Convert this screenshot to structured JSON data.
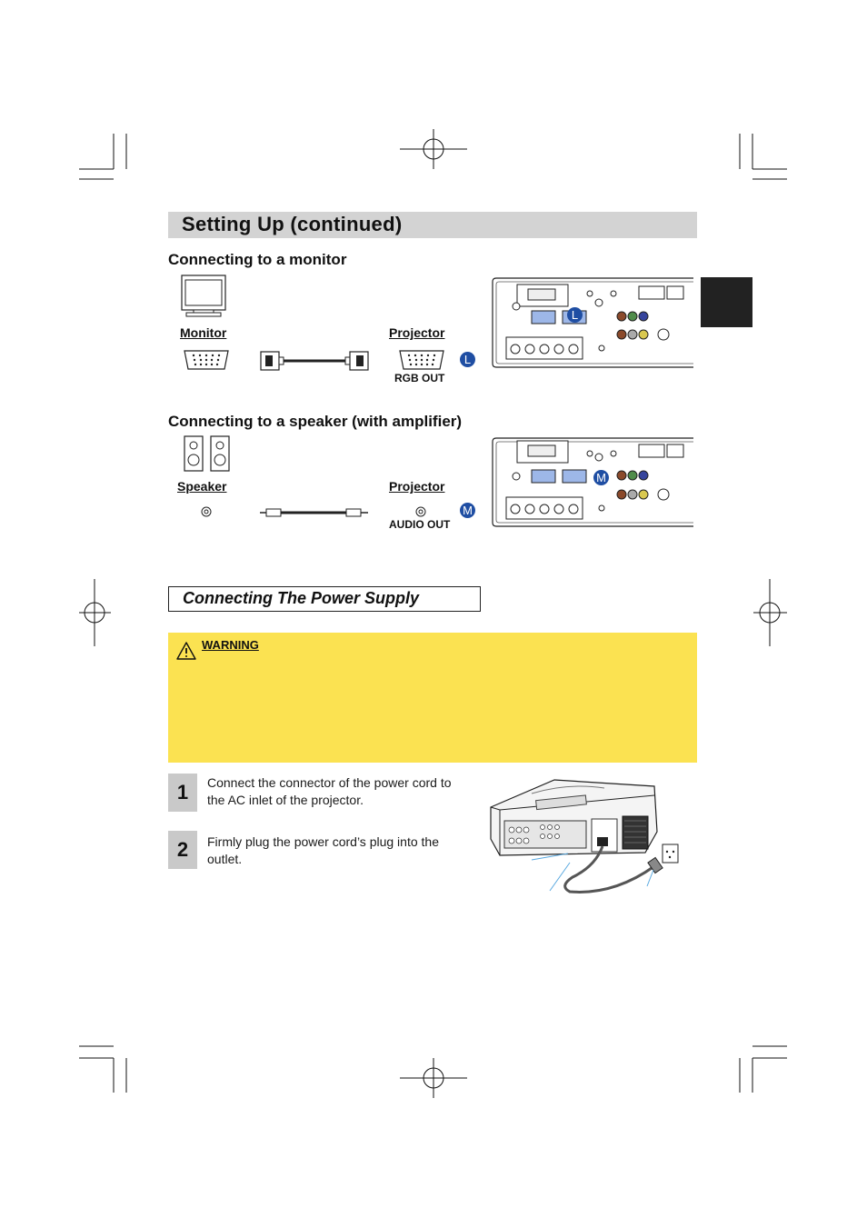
{
  "title": "Setting Up (continued)",
  "monitor_section": {
    "heading": "Connecting to a monitor",
    "device_label": "Monitor",
    "projector_label": "Projector",
    "port_label": "RGB OUT",
    "marker": "L"
  },
  "speaker_section": {
    "heading": "Connecting to a speaker (with amplifier)",
    "device_label": "Speaker",
    "projector_label": "Projector",
    "port_label": "AUDIO OUT",
    "marker": "M"
  },
  "power_section": {
    "heading": "Connecting The Power Supply",
    "warning_title": "WARNING",
    "steps": [
      {
        "number": "1",
        "text": "Connect the connector of the power cord to the AC inlet of the projector."
      },
      {
        "number": "2",
        "text": "Firmly plug the power cord’s plug into the outlet."
      }
    ]
  },
  "colors": {
    "title_bar": "#d3d3d3",
    "warning_bg": "#fbe251",
    "marker_blue": "#1f4ea3",
    "step_box": "#c9c9c9",
    "side_tab": "#222222"
  },
  "icons": [
    "crop-mark-icon",
    "registration-target-icon",
    "monitor-icon",
    "vga-connector-icon",
    "rgb-cable-icon",
    "speaker-icon",
    "audio-jack-icon",
    "audio-cable-icon",
    "projector-panel-icon",
    "warning-triangle-icon",
    "projector-power-icon"
  ]
}
